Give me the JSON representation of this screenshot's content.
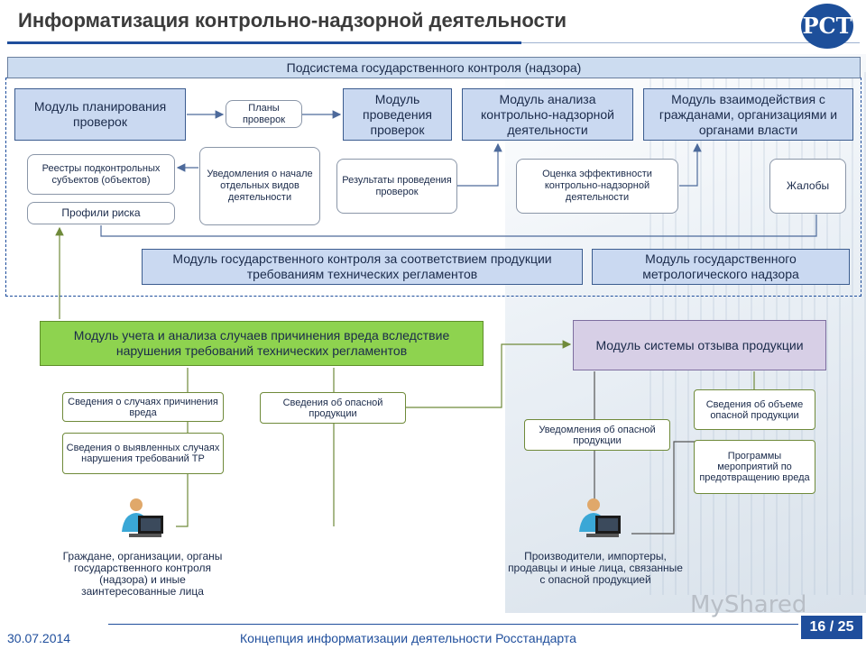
{
  "title": "Информатизация контрольно-надзорной деятельности",
  "logo_text": "РСТ",
  "subsystem_header": "Подсистема государственного контроля (надзора)",
  "modules": {
    "planning": "Модуль планирования проверок",
    "conducting": "Модуль проведения проверок",
    "analysis": "Модуль анализа контрольно-надзорной деятельности",
    "interaction": "Модуль взаимодействия с гражданами, организациями и органами власти",
    "tech_regulations": "Модуль государственного контроля за соответствием продукции требованиям технических регламентов",
    "metrology": "Модуль государственного метрологического надзора",
    "harm_accounting": "Модуль учета и анализа случаев причинения вреда вследствие нарушения требований технических регламентов",
    "recall": "Модуль системы отзыва продукции"
  },
  "items": {
    "plans": "Планы проверок",
    "registries": "Реестры подконтрольных субъектов (объектов)",
    "risk_profiles": "Профили риска",
    "notifications_start": "Уведомления о начале отдельных видов деятельности",
    "check_results": "Результаты проведения проверок",
    "efficiency": "Оценка эффективности контрольно-надзорной деятельности",
    "complaints": "Жалобы",
    "harm_cases": "Сведения о случаях причинения вреда",
    "violations": "Сведения о выявленных случаях нарушения требований ТР",
    "dangerous_products": "Сведения об опасной продукции",
    "danger_notifications": "Уведомления об опасной продукции",
    "danger_volume": "Сведения об объеме опасной продукции",
    "prevention_programs": "Программы мероприятий по предотвращению вреда"
  },
  "actors": {
    "citizens": "Граждане, организации, органы государственного контроля (надзора) и иные заинтересованные лица",
    "producers": "Производители, импортеры, продавцы и иные лица, связанные с опасной продукцией"
  },
  "footer": {
    "date": "30.07.2014",
    "text": "Концепция информатизации деятельности Росстандарта",
    "page": "16 / 25",
    "watermark": "MyShared"
  },
  "colors": {
    "module_blue": "#cad9f1",
    "module_green": "#8ed34f",
    "module_purple": "#d7cfe6",
    "accent": "#1f4e9c",
    "green_line": "#6f8a3a"
  }
}
